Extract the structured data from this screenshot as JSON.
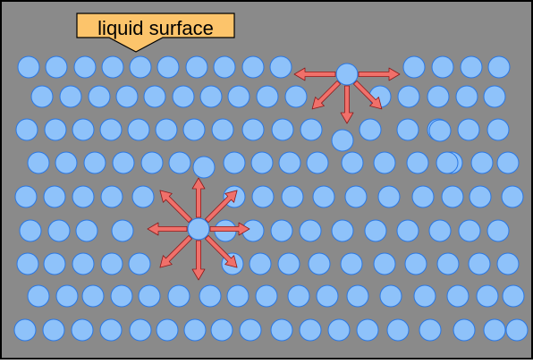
{
  "diagram": {
    "callout": {
      "label": "liquid surface"
    },
    "colors": {
      "liquid": "#8a8a8a",
      "border": "#000000",
      "molecule_fill": "#8ec2fa",
      "molecule_stroke": "#2b78e4",
      "arrow_fill": "#f0706a",
      "arrow_stroke": "#8b1a1a",
      "callout_fill": "#fcc46b",
      "callout_stroke": "#000000"
    },
    "forces": {
      "interior_molecule": {
        "arrow_directions": [
          "up",
          "up-right",
          "right",
          "down-right",
          "down",
          "down-left",
          "left",
          "up-left"
        ]
      },
      "surface_molecule": {
        "arrow_directions": [
          "right",
          "down-right",
          "down",
          "down-left",
          "left"
        ]
      }
    }
  }
}
